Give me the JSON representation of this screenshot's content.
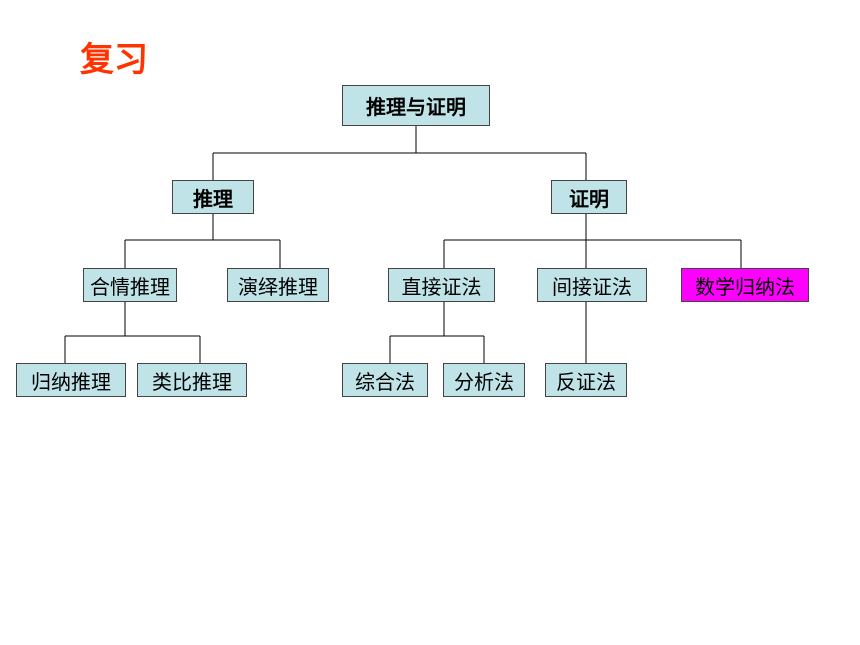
{
  "title": "复习",
  "tree": {
    "root": "推理与证明",
    "reasoning": "推理",
    "proof": "证明",
    "plausible": "合情推理",
    "deductive": "演绎推理",
    "inductive": "归纳推理",
    "analogical": "类比推理",
    "direct": "直接证法",
    "indirect": "间接证法",
    "math_induction": "数学归纳法",
    "synthesis": "综合法",
    "analysis": "分析法",
    "contradiction": "反证法"
  },
  "colors": {
    "node": "#bfe3e7",
    "highlight": "#ff00ff",
    "title": "#ff3300"
  }
}
